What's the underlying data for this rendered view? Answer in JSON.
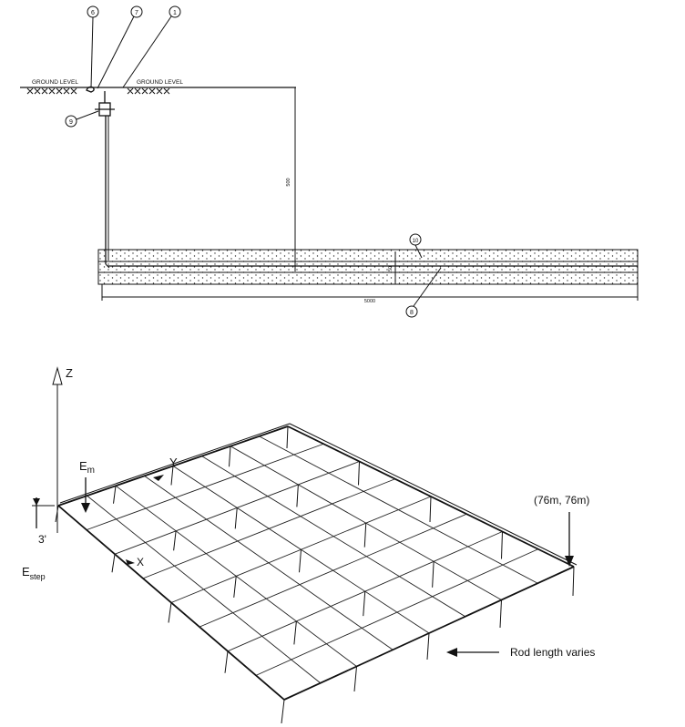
{
  "section": {
    "ground_level_left": "GROUND LEVEL",
    "ground_level_right": "GROUND LEVEL",
    "callouts": [
      "6",
      "7",
      "1",
      "9",
      "10",
      "8"
    ],
    "vertical_dim": "500",
    "horizontal_dim": "5000",
    "thickness_dim": "50"
  },
  "grid3d": {
    "axis_z": "Z",
    "axis_y": "Y",
    "axis_x": "X",
    "em_label": "E",
    "em_sub": "m",
    "estep_label": "E",
    "estep_sub": "step",
    "height_label": "3'",
    "corner_label": "(76m, 76m)",
    "rod_label": "Rod length varies"
  }
}
